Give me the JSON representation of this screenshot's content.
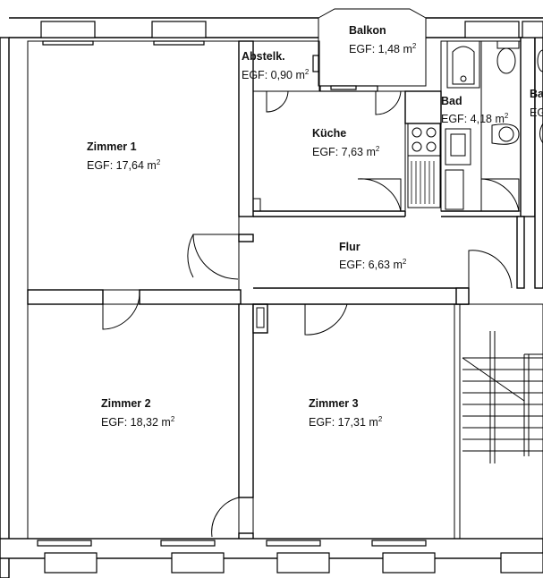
{
  "plan": {
    "rooms": [
      {
        "id": "zimmer1",
        "name": "Zimmer 1",
        "area_label": "EGF: 17,64 m",
        "unit_sup": "2"
      },
      {
        "id": "abstelk",
        "name": "Abstelk.",
        "area_label": "EGF: 0,90 m",
        "unit_sup": "2"
      },
      {
        "id": "balkon",
        "name": "Balkon",
        "area_label": "EGF: 1,48 m",
        "unit_sup": "2"
      },
      {
        "id": "kueche",
        "name": "Küche",
        "area_label": "EGF: 7,63 m",
        "unit_sup": "2"
      },
      {
        "id": "bad",
        "name": "Bad",
        "area_label": "EGF: 4,18 m",
        "unit_sup": "2"
      },
      {
        "id": "bad-neighbor",
        "name": "Ba",
        "area_label": "EG",
        "unit_sup": ""
      },
      {
        "id": "flur",
        "name": "Flur",
        "area_label": "EGF: 6,63 m",
        "unit_sup": "2"
      },
      {
        "id": "zimmer2",
        "name": "Zimmer 2",
        "area_label": "EGF: 18,32 m",
        "unit_sup": "2"
      },
      {
        "id": "zimmer3",
        "name": "Zimmer 3",
        "area_label": "EGF: 17,31 m",
        "unit_sup": "2"
      }
    ],
    "colors": {
      "walls": "#000000",
      "background": "#ffffff"
    }
  }
}
